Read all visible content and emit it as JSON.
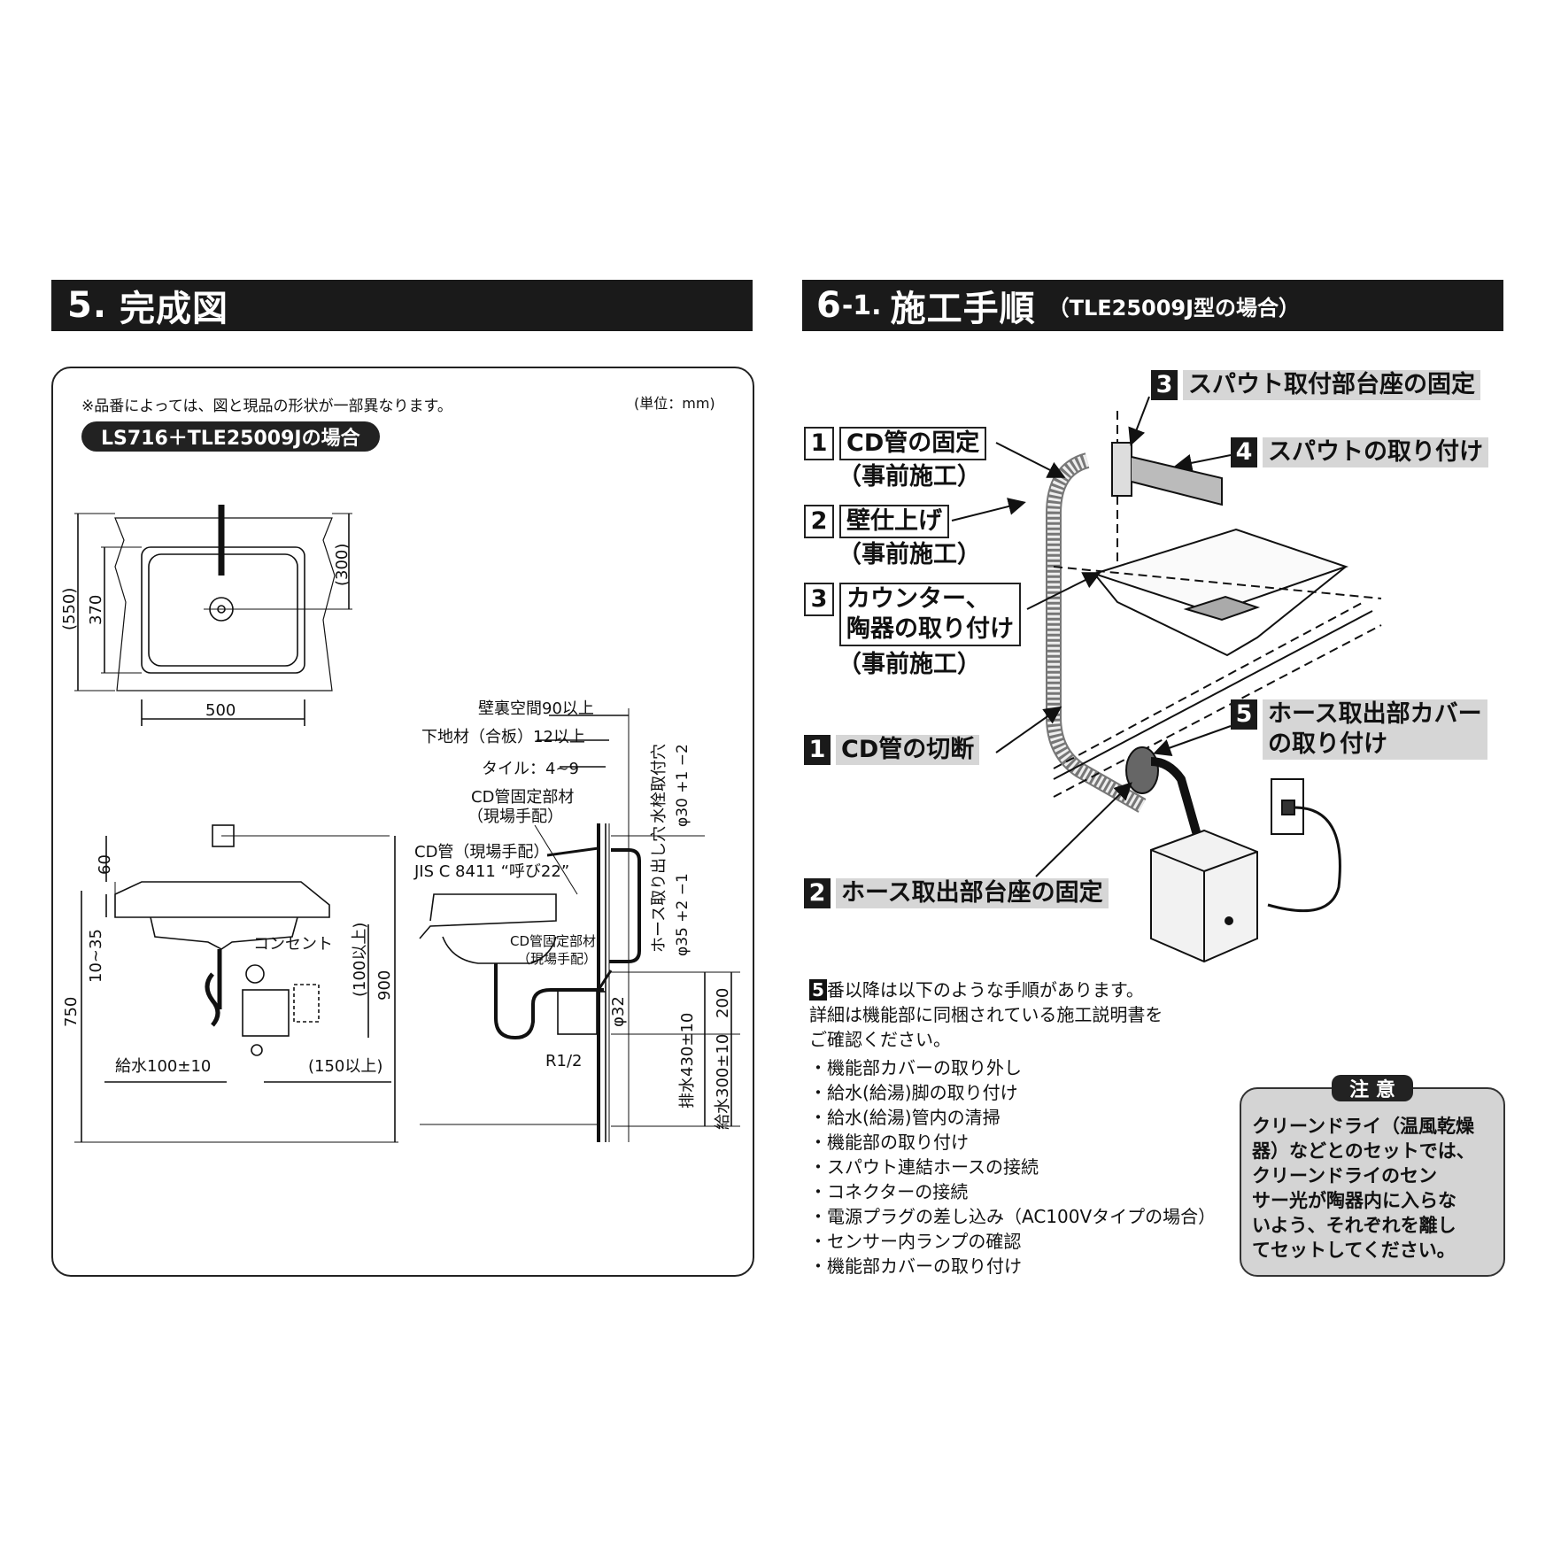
{
  "section5": {
    "number": "5.",
    "title": "完成図",
    "note": "※品番によっては、図と現品の形状が一部異なります。",
    "unit": "(単位：mm)",
    "model_label": "LS716＋TLE25009Jの場合",
    "dims": {
      "d550": "(550)",
      "d370": "370",
      "d300": "(300)",
      "d500": "500",
      "d60": "60",
      "d10_35": "10~35",
      "d750": "750",
      "d900": "900",
      "d100": "(100以上)",
      "d150": "(150以上)",
      "supply": "給水100±10",
      "outlet": "コンセント",
      "wall_space": "壁裏空間90以上",
      "base": "下地材（合板）12以上",
      "tile": "タイル：4~9",
      "cd_fix1": "CD管固定部材",
      "cd_fix1b": "（現場手配）",
      "cd_pipe": "CD管（現場手配）",
      "cd_jis": "JIS C 8411 “呼び22”",
      "cd_fix2": "CD管固定部材",
      "cd_fix2b": "（現場手配）",
      "faucet_hole": "水栓取付穴",
      "phi30": "φ30 +1 −2",
      "hose_hole": "ホース取り出し穴",
      "phi35": "φ35 +2 −1",
      "phi32": "φ32",
      "d200": "200",
      "drain": "排水430±10",
      "supply300": "給水300±10",
      "r12": "R1/2"
    }
  },
  "section6": {
    "number": "6",
    "number_sub": "-1.",
    "title": "施工手順",
    "subtitle": "（TLE25009J型の場合）",
    "steps": {
      "s3a_num": "3",
      "s3a_label": "スパウト取付部台座の固定",
      "s4_num": "4",
      "s4_label": "スパウトの取り付け",
      "s1a_num": "1",
      "s1a_label": "CD管の固定",
      "s1a_sub": "（事前施工）",
      "s2a_num": "2",
      "s2a_label": "壁仕上げ",
      "s2a_sub": "（事前施工）",
      "s3b_num": "3",
      "s3b_label1": "カウンター、",
      "s3b_label2": "陶器の取り付け",
      "s3b_sub": "（事前施工）",
      "s1b_num": "1",
      "s1b_label": "CD管の切断",
      "s5_num": "5",
      "s5_label1": "ホース取出部カバー",
      "s5_label2": "の取り付け",
      "s2b_num": "2",
      "s2b_label": "ホース取出部台座の固定"
    },
    "intro_num": "5",
    "intro_line1": "番以降は以下のような手順があります。",
    "intro_line2": "詳細は機能部に同梱されている施工説明書を",
    "intro_line3": "ご確認ください。",
    "procedures": [
      "・機能部カバーの取り外し",
      "・給水(給湯)脚の取り付け",
      "・給水(給湯)管内の清掃",
      "・機能部の取り付け",
      "・スパウト連結ホースの接続",
      "・コネクターの接続",
      "・電源プラグの差し込み（AC100Vタイプの場合）",
      "・センサー内ランプの確認",
      "・機能部カバーの取り付け"
    ],
    "caution_title": "注 意",
    "caution_lines": [
      "クリーンドライ（温風乾燥",
      "器）などとのセットでは、",
      "クリーンドライのセン",
      "サー光が陶器内に入らな",
      "いよう、それぞれを離し",
      "てセットしてください。"
    ]
  }
}
